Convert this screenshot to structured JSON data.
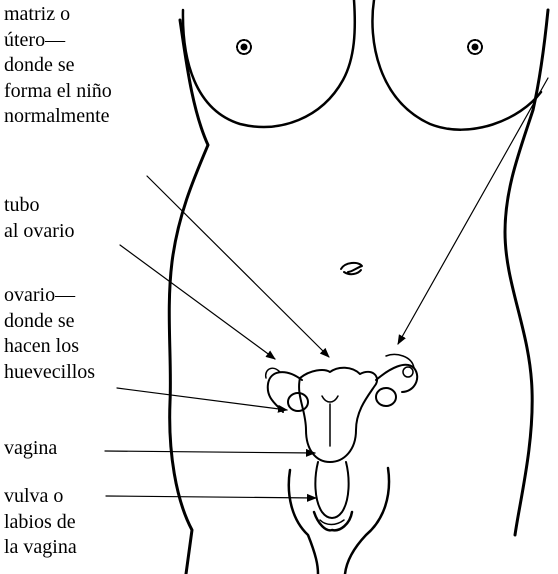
{
  "labels": {
    "uterus": [
      "matriz o",
      "útero—",
      "donde se",
      "forma el niño",
      "normalmente"
    ],
    "tube": [
      "tubo",
      "al ovario"
    ],
    "ovary": [
      "ovario—",
      "donde se",
      "hacen los",
      "huevecillos"
    ],
    "vagina": [
      "vagina"
    ],
    "vulva": [
      "vulva o",
      "labios de",
      "la vagina"
    ]
  },
  "colors": {
    "ink": "#000000",
    "paper": "#ffffff"
  }
}
